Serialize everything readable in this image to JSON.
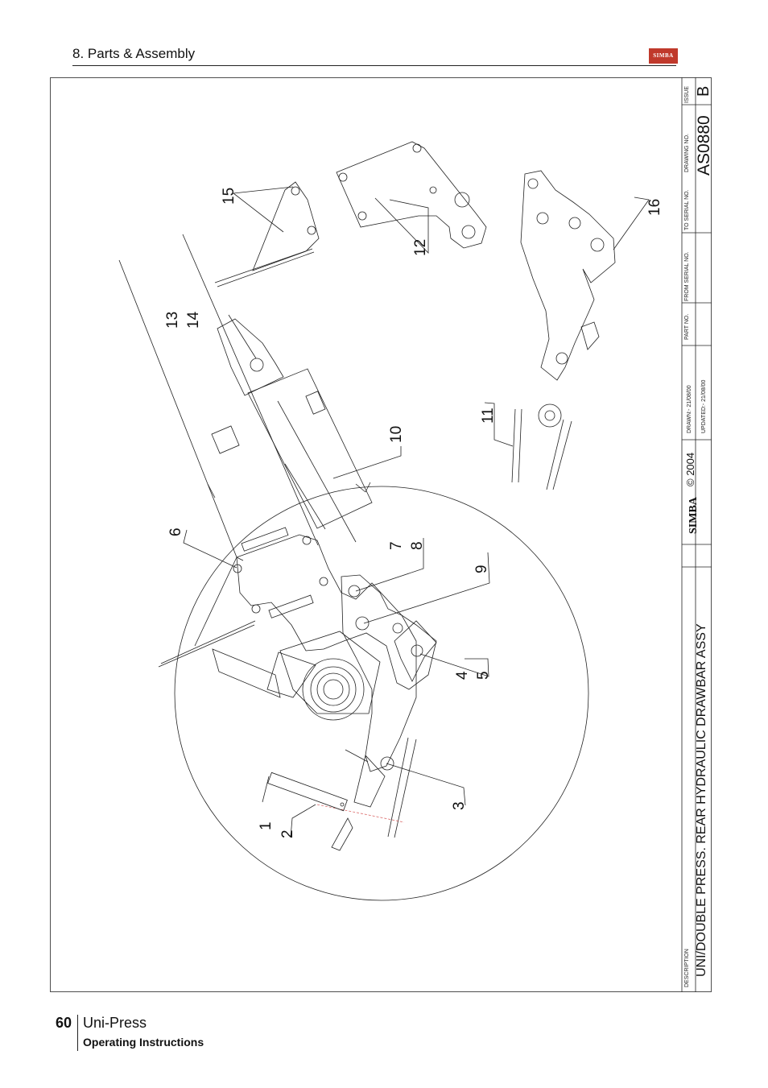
{
  "header": {
    "section_title": "8. Parts & Assembly",
    "logo_text": "SIMBA",
    "logo_color": "#c0392b"
  },
  "title_block": {
    "description_label": "DESCRIPTION",
    "description": "UNI/DOUBLE PRESS. REAR HYDRAULIC DRAWBAR ASSY",
    "brand": "SIMBA",
    "copyright": "© 2004",
    "drawn": "DRAWN:-  21/08/00",
    "updated": "UPDATED:-  21/08/00",
    "part_no_label": "PART NO.",
    "from_serial_label": "FROM SERIAL NO.",
    "to_serial_label": "TO SERIAL NO.",
    "drawing_no_label": "DRAWING NO.",
    "drawing_no": "AS0880",
    "issue_label": "ISSUE",
    "issue": "B"
  },
  "callouts": [
    "1",
    "2",
    "3",
    "4",
    "5",
    "6",
    "7",
    "8",
    "9",
    "10",
    "11",
    "12",
    "13",
    "14",
    "15",
    "16"
  ],
  "footer": {
    "page_number": "60",
    "title": "Uni-Press",
    "subtitle": "Operating Instructions"
  }
}
